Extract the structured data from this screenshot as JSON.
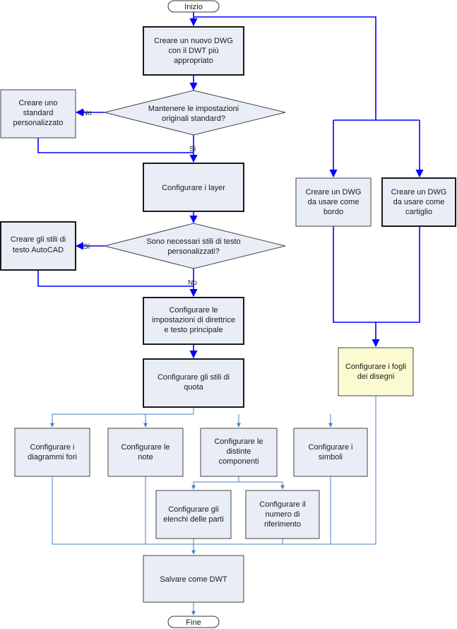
{
  "colors": {
    "box_fill": "#e9edf6",
    "box_highlight_fill": "#fcfad0",
    "box_stroke": "#444444",
    "thick_stroke": "#1a1a1a",
    "main_flow": "#0000ff",
    "secondary_flow": "#4a7fc4",
    "terminal_fill": "#ffffff"
  },
  "nodes": {
    "start": {
      "label": "Inizio"
    },
    "new_dwg": {
      "lines": [
        "Creare un nuovo DWG",
        "con il DWT più",
        "appropriato"
      ]
    },
    "decision_standard": {
      "lines": [
        "Mantenere le impostazioni",
        "originali standard?"
      ]
    },
    "custom_standard": {
      "lines": [
        "Creare uno",
        "standard",
        "personalizzato"
      ]
    },
    "layers": {
      "lines": [
        "Configurare i layer"
      ]
    },
    "decision_text_styles": {
      "lines": [
        "Sono necessari stili di testo",
        "personalizzati?"
      ]
    },
    "text_styles": {
      "lines": [
        "Creare gli stili di",
        "testo AutoCAD"
      ]
    },
    "leader_text": {
      "lines": [
        "Configurare le",
        "impostazioni di direttrice",
        "e testo principale"
      ]
    },
    "dim_styles": {
      "lines": [
        "Configurare gli stili di",
        "quota"
      ]
    },
    "hole_charts": {
      "lines": [
        "Configurare i",
        "diagrammi fori"
      ]
    },
    "notes": {
      "lines": [
        "Configurare le",
        "note"
      ]
    },
    "bom": {
      "lines": [
        "Configurare le",
        "distinte",
        "componenti"
      ]
    },
    "symbols": {
      "lines": [
        "Configurare i",
        "simboli"
      ]
    },
    "parts_lists": {
      "lines": [
        "Configurare gli",
        "elenchi delle parti"
      ]
    },
    "balloons": {
      "lines": [
        "Configurare il",
        "numero di",
        "riferimento"
      ]
    },
    "save_dwt": {
      "lines": [
        "Salvare come DWT"
      ]
    },
    "end": {
      "label": "Fine"
    },
    "border_dwg": {
      "lines": [
        "Creare un DWG",
        "da usare come",
        "bordo"
      ]
    },
    "title_block_dwg": {
      "lines": [
        "Creare un DWG",
        "da usare come",
        "cartiglio"
      ]
    },
    "drawing_sheets": {
      "lines": [
        "Configurare i fogli",
        "dei disegni"
      ]
    }
  },
  "edge_labels": {
    "standard_no": "No",
    "standard_yes": "Sì",
    "text_styles_yes": "Sì",
    "text_styles_no": "No"
  }
}
